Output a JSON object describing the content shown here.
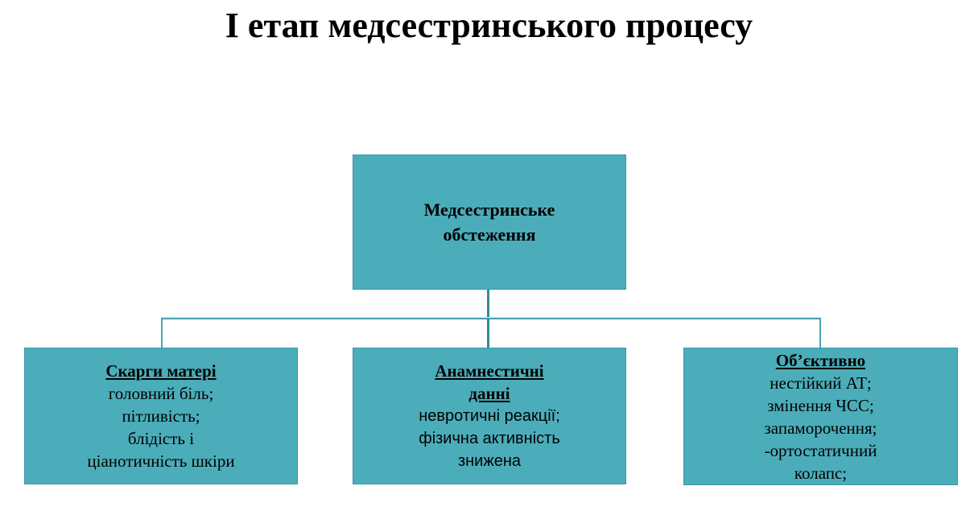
{
  "title": "І етап медсестринського процесу",
  "colors": {
    "box_fill": "#4BADBA",
    "box_border": "#3F96A4",
    "line_dark": "#338B9B",
    "line_med": "#4BA5B2",
    "line_light": "#C9E2E6",
    "text": "#000000",
    "background": "#FFFFFF"
  },
  "diagram": {
    "root": {
      "label": "Медсестринське\nобстеження"
    },
    "children": [
      {
        "heading": "Скарги матері",
        "items": [
          "головний біль;",
          "пітливість;",
          "блідість і",
          "ціанотичність шкіри"
        ]
      },
      {
        "heading": "Анамнестичні\nданні",
        "items": [
          "невротичні реакції;",
          "фізична активність",
          "знижена"
        ]
      },
      {
        "heading": "Об’єктивно",
        "items": [
          "нестійкий АТ;",
          "змінення ЧСС;",
          "запаморочення;",
          "-ортостатичний",
          "колапс;"
        ]
      }
    ]
  }
}
